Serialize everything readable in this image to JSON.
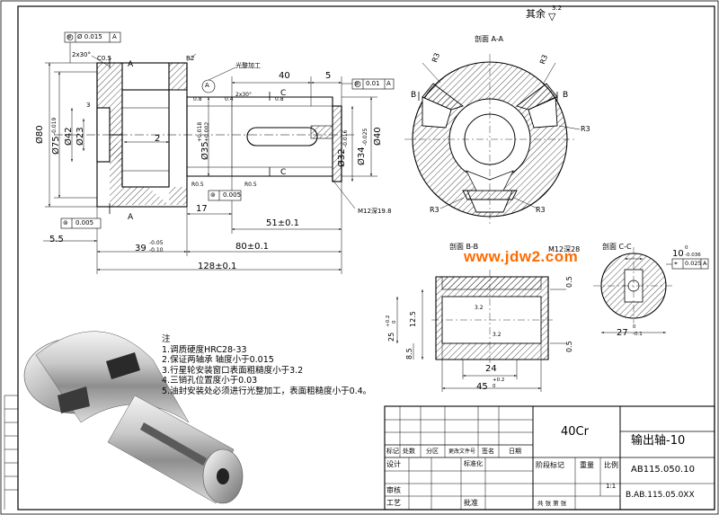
{
  "rough_other": {
    "label": "其余",
    "value": "3.2"
  },
  "section_labels": {
    "aa": "剖面 A-A",
    "bb": "剖面 B-B",
    "cc": "剖面 C-C",
    "a": "A",
    "b": "B",
    "c": "C"
  },
  "watermark": "www.jdw2.com",
  "notes": {
    "title": "注",
    "items": [
      "1.调质硬度HRC28-33",
      "2.保证两轴承    轴度小于0.015",
      "3.行星轮安装窗口表面粗糙度小于3.2",
      "4.三销孔位置度小于0.03",
      "5.油封安装处必须进行光整加工，表面粗糙度小于0.4。"
    ]
  },
  "dims_main": {
    "chamfer": "2x30°",
    "c05": "C0.5",
    "r2": "R2",
    "fine_mark": "光整加工",
    "d40": "40",
    "d5": "5",
    "r3": "3",
    "d2": "2",
    "d17": "17",
    "d51": "51±0.1",
    "d55": "5.5",
    "d39": "39",
    "d39_up": "-0.05",
    "d39_lo": "-0.10",
    "d80": "80±0.1",
    "d128": "128±0.1",
    "phi80": "Ø80",
    "phi75": "Ø75",
    "phi42": "Ø42",
    "phi23": "Ø23",
    "phi35": "Ø35",
    "phi32": "Ø32",
    "phi34": "Ø34",
    "phi40": "Ø40",
    "tol_phi75": "-0.019",
    "tol_phi35a": "+0.018",
    "tol_phi35b": "+0.002",
    "tol_phi32": "-0.016",
    "tol_phi34": "-0.025",
    "r05a": "R0.5",
    "r05b": "R0.5",
    "m12": "M12深19.8",
    "ra08a": "0.8",
    "ra08b": "0.8",
    "ra04": "0.4",
    "chamfer2": "2x30°",
    "datum_a": "A",
    "gdt_top_val": "0.015",
    "gdt_top_ref": "A",
    "gdt_right_val": "0.01",
    "gdt_right_ref": "A",
    "gdt_bot1": "0.005",
    "gdt_bot2": "0.005"
  },
  "dims_aa": {
    "r3a": "R3",
    "r3b": "R3",
    "r3c": "R3",
    "r3d": "R3",
    "r3e": "R3"
  },
  "dims_bb": {
    "title_extra": "M12深28",
    "d125": "12.5",
    "d25": "25",
    "d25_up": "+0.2",
    "d25_lo": "0",
    "d85": "8.5",
    "d24": "24",
    "d45": "45",
    "d45_up": "+0.2",
    "d45_lo": "0",
    "d05a": "0.5",
    "d05b": "0.5",
    "ra32a": "3.2",
    "ra32b": "3.2"
  },
  "dims_cc": {
    "d10": "10",
    "d10_up": "0",
    "d10_lo": "-0.036",
    "d27": "27",
    "d27_up": "0",
    "d27_lo": "-0.1",
    "gdt_val": "0.025",
    "gdt_ref": "A"
  },
  "title_block": {
    "material": "40Cr",
    "part_name": "输出轴-10",
    "code1": "AB115.050.10",
    "code2": "B.AB.115.05.0XX",
    "h_mark": "标记",
    "h_count": "处数",
    "h_zone": "分区",
    "h_docno": "更改文件号",
    "h_sign": "签名",
    "h_date": "日期",
    "design": "设计",
    "standard": "标准化",
    "stage": "阶段标记",
    "weight": "重量",
    "scale": "比例",
    "scale_val": "1:1",
    "review": "审核",
    "process": "工艺",
    "approve": "批准",
    "sheets": "共   张 第   张"
  }
}
